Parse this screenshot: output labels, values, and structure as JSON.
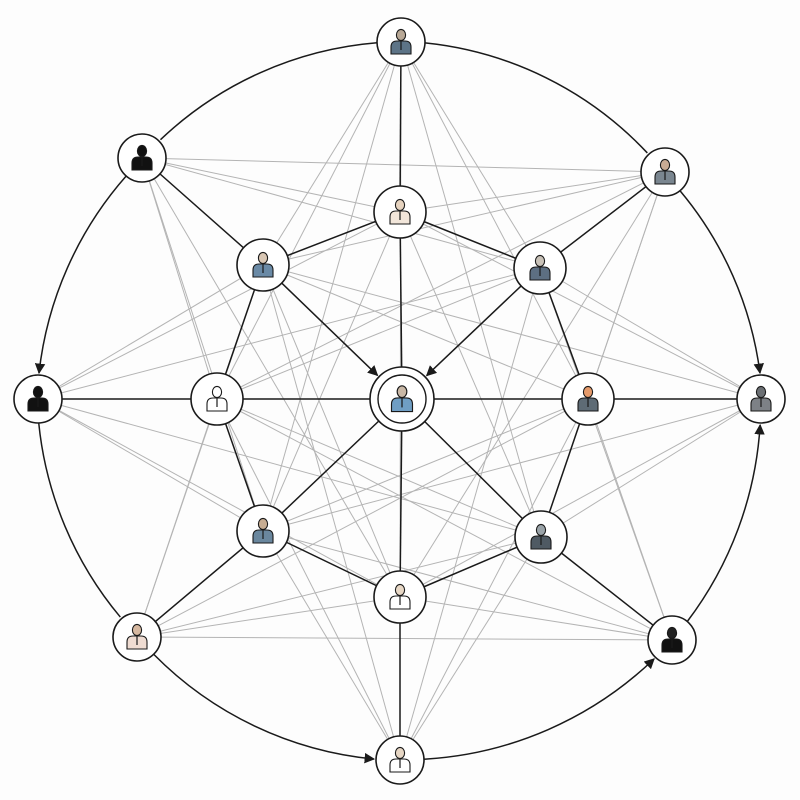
{
  "diagram": {
    "type": "network",
    "colors": {
      "edge_primary": "#1a1a1a",
      "edge_secondary": "#b4b4b4",
      "node_fill": "#ffffff",
      "node_stroke": "#1a1a1a"
    },
    "nodes": [
      {
        "id": "C",
        "ring": "center",
        "icon": "person-icon",
        "head": "#c9b8a6",
        "body": "#6f9ec4"
      },
      {
        "id": "I0",
        "ring": "inner",
        "icon": "person-icon",
        "head": "#e6d3bf",
        "body": "#f2e6da"
      },
      {
        "id": "I1",
        "ring": "inner",
        "icon": "person-icon",
        "head": "#c9c2b8",
        "body": "#5d6f82"
      },
      {
        "id": "I2",
        "ring": "inner",
        "icon": "person-icon",
        "head": "#e59a6a",
        "body": "#5e6b75"
      },
      {
        "id": "I3",
        "ring": "inner",
        "icon": "person-icon",
        "head": "#9aa3a8",
        "body": "#4f5a63"
      },
      {
        "id": "I4",
        "ring": "inner",
        "icon": "person-icon",
        "head": "#e8d8c6",
        "body": "#ffffff"
      },
      {
        "id": "I5",
        "ring": "inner",
        "icon": "person-icon",
        "head": "#c8ad92",
        "body": "#6a879e"
      },
      {
        "id": "I6",
        "ring": "inner",
        "icon": "person-icon",
        "head": "#ffffff",
        "body": "#ffffff"
      },
      {
        "id": "I7",
        "ring": "inner",
        "icon": "person-icon",
        "head": "#d9c7b4",
        "body": "#6a8aa6"
      },
      {
        "id": "O0",
        "ring": "outer",
        "icon": "person-icon",
        "head": "#b8a896",
        "body": "#5d7487"
      },
      {
        "id": "O1",
        "ring": "outer",
        "icon": "person-icon",
        "head": "#c9ab94",
        "body": "#7a8690"
      },
      {
        "id": "O2",
        "ring": "outer",
        "icon": "person-icon",
        "head": "#6b6f73",
        "body": "#7d8186"
      },
      {
        "id": "O3",
        "ring": "outer",
        "icon": "person-icon",
        "head": "#222222",
        "body": "#111111"
      },
      {
        "id": "O4",
        "ring": "outer",
        "icon": "person-icon",
        "head": "#e6d6c4",
        "body": "#ffffff"
      },
      {
        "id": "O5",
        "ring": "outer",
        "icon": "person-icon",
        "head": "#d6b8a0",
        "body": "#efdcd2"
      },
      {
        "id": "O6",
        "ring": "outer",
        "icon": "person-icon",
        "head": "#111111",
        "body": "#111111"
      },
      {
        "id": "O7",
        "ring": "outer",
        "icon": "person-icon",
        "head": "#111111",
        "body": "#111111"
      }
    ],
    "edges_primary": [
      [
        "O0",
        "I0"
      ],
      [
        "O1",
        "I1"
      ],
      [
        "O2",
        "I2"
      ],
      [
        "O3",
        "I3"
      ],
      [
        "O4",
        "I4"
      ],
      [
        "O5",
        "I5"
      ],
      [
        "O6",
        "I6"
      ],
      [
        "O7",
        "I7"
      ],
      [
        "I0",
        "I1"
      ],
      [
        "I1",
        "I2"
      ],
      [
        "I2",
        "I3"
      ],
      [
        "I3",
        "I4"
      ],
      [
        "I4",
        "I5"
      ],
      [
        "I5",
        "I6"
      ],
      [
        "I6",
        "I7"
      ],
      [
        "I7",
        "I0"
      ],
      [
        "I0",
        "C"
      ],
      [
        "I2",
        "C"
      ],
      [
        "I3",
        "C"
      ],
      [
        "I4",
        "C"
      ],
      [
        "I5",
        "C"
      ],
      [
        "I6",
        "C"
      ]
    ],
    "edges_directed": [
      [
        "I7",
        "C"
      ],
      [
        "I1",
        "C"
      ]
    ],
    "arcs": [
      {
        "from": "O0",
        "to": "O1",
        "arrow": false
      },
      {
        "from": "O1",
        "to": "O2",
        "arrow": true
      },
      {
        "from": "O3",
        "to": "O2",
        "arrow": true
      },
      {
        "from": "O4",
        "to": "O3",
        "arrow": true
      },
      {
        "from": "O5",
        "to": "O4",
        "arrow": true
      },
      {
        "from": "O6",
        "to": "O5",
        "arrow": false
      },
      {
        "from": "O7",
        "to": "O6",
        "arrow": true
      },
      {
        "from": "O0",
        "to": "O7",
        "arrow": false
      }
    ],
    "edges_secondary": [
      [
        "O0",
        "I1"
      ],
      [
        "O0",
        "I2"
      ],
      [
        "O0",
        "I3"
      ],
      [
        "O0",
        "I5"
      ],
      [
        "O0",
        "I6"
      ],
      [
        "O0",
        "I7"
      ],
      [
        "O0",
        "I4"
      ],
      [
        "O1",
        "I0"
      ],
      [
        "O1",
        "I7"
      ],
      [
        "O1",
        "I2"
      ],
      [
        "O1",
        "I3"
      ],
      [
        "O1",
        "I4"
      ],
      [
        "O1",
        "I6"
      ],
      [
        "O2",
        "I1"
      ],
      [
        "O2",
        "I3"
      ],
      [
        "O2",
        "I0"
      ],
      [
        "O2",
        "I4"
      ],
      [
        "O2",
        "I5"
      ],
      [
        "O2",
        "I7"
      ],
      [
        "O2",
        "O6"
      ],
      [
        "O3",
        "I2"
      ],
      [
        "O3",
        "I4"
      ],
      [
        "O3",
        "I5"
      ],
      [
        "O3",
        "I1"
      ],
      [
        "O3",
        "I6"
      ],
      [
        "O3",
        "O5"
      ],
      [
        "O4",
        "I3"
      ],
      [
        "O4",
        "I5"
      ],
      [
        "O4",
        "I2"
      ],
      [
        "O4",
        "I6"
      ],
      [
        "O4",
        "I1"
      ],
      [
        "O4",
        "I7"
      ],
      [
        "O5",
        "I4"
      ],
      [
        "O5",
        "I6"
      ],
      [
        "O5",
        "I3"
      ],
      [
        "O5",
        "I7"
      ],
      [
        "O5",
        "I2"
      ],
      [
        "O6",
        "I7"
      ],
      [
        "O6",
        "I5"
      ],
      [
        "O6",
        "I0"
      ],
      [
        "O6",
        "I4"
      ],
      [
        "O6",
        "I3"
      ],
      [
        "O6",
        "I1"
      ],
      [
        "O7",
        "I0"
      ],
      [
        "O7",
        "I6"
      ],
      [
        "O7",
        "I1"
      ],
      [
        "O7",
        "I5"
      ],
      [
        "O7",
        "I4"
      ],
      [
        "O7",
        "O1"
      ],
      [
        "I7",
        "I2"
      ],
      [
        "I6",
        "I1"
      ],
      [
        "I5",
        "I2"
      ],
      [
        "I6",
        "I3"
      ],
      [
        "I7",
        "I4"
      ],
      [
        "I0",
        "I5"
      ],
      [
        "I0",
        "I3"
      ]
    ]
  }
}
